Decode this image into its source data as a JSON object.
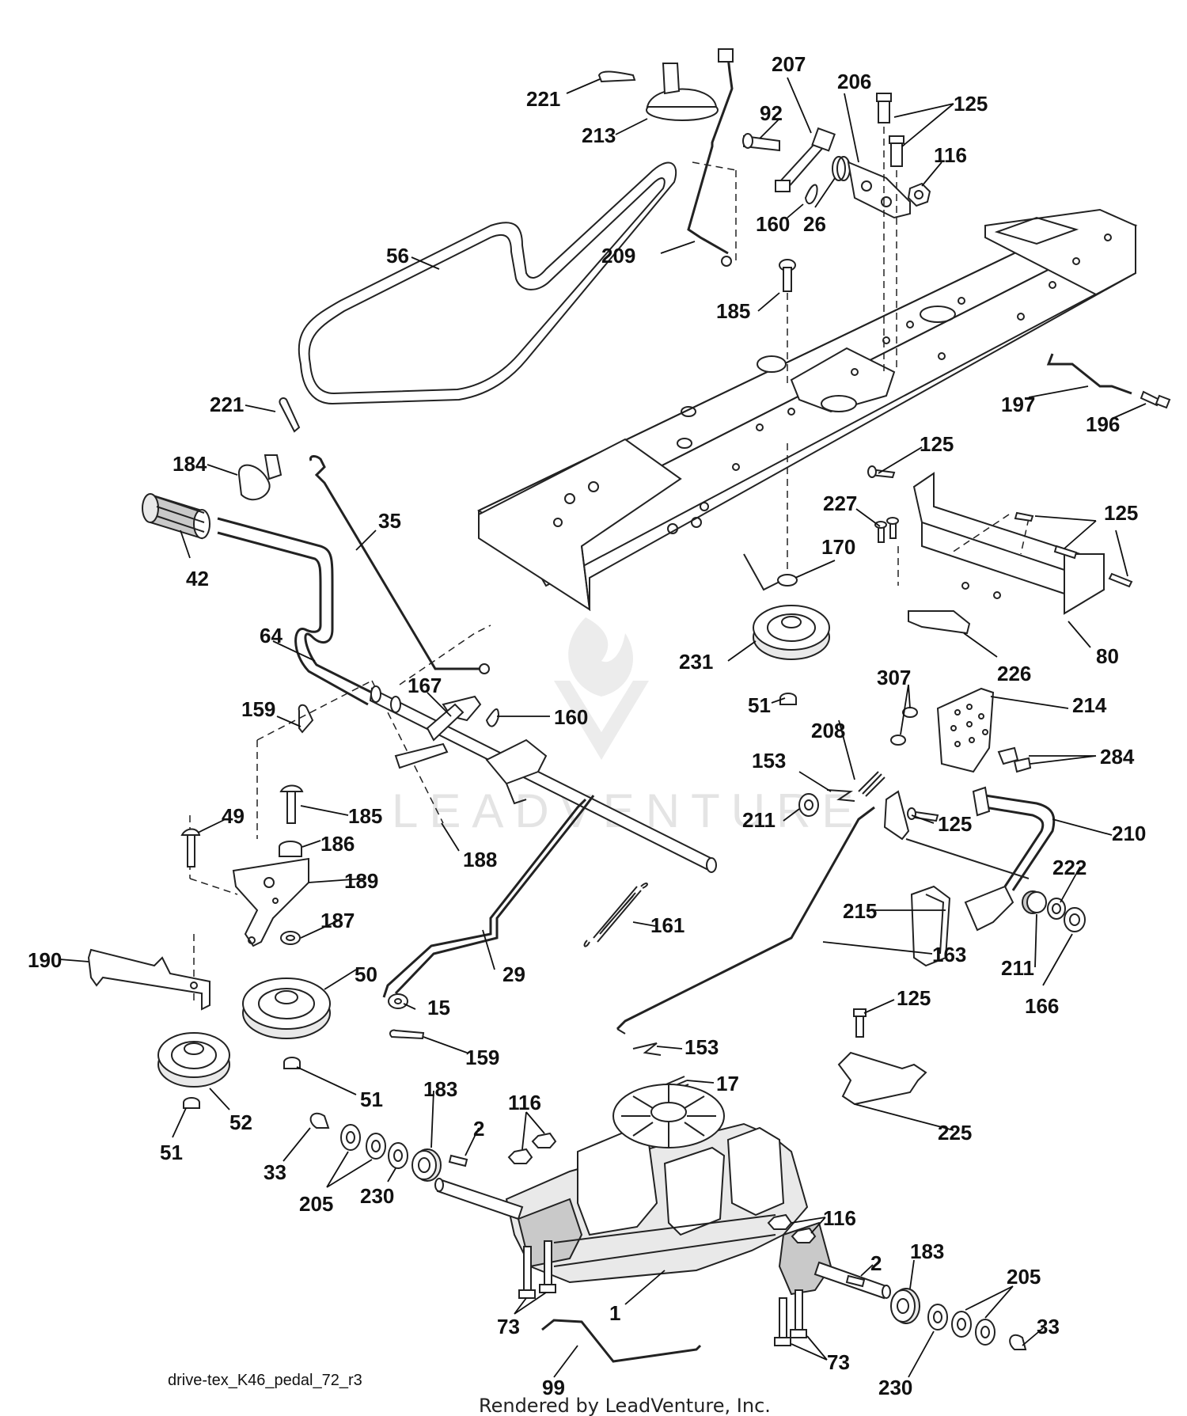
{
  "diagram_id": "drive-tex_K46_pedal_72_r3",
  "rendered_by": "Rendered by LeadVenture, Inc.",
  "watermark": "LEADVENTURE",
  "callouts": [
    {
      "id": "c221a",
      "text": "221"
    },
    {
      "id": "c213",
      "text": "213"
    },
    {
      "id": "c56",
      "text": "56"
    },
    {
      "id": "c209",
      "text": "209"
    },
    {
      "id": "c207",
      "text": "207"
    },
    {
      "id": "c92",
      "text": "92"
    },
    {
      "id": "c160a",
      "text": "160"
    },
    {
      "id": "c26",
      "text": "26"
    },
    {
      "id": "c206",
      "text": "206"
    },
    {
      "id": "c125a",
      "text": "125"
    },
    {
      "id": "c116a",
      "text": "116"
    },
    {
      "id": "c185a",
      "text": "185"
    },
    {
      "id": "c197",
      "text": "197"
    },
    {
      "id": "c196",
      "text": "196"
    },
    {
      "id": "c221b",
      "text": "221"
    },
    {
      "id": "c184",
      "text": "184"
    },
    {
      "id": "c42",
      "text": "42"
    },
    {
      "id": "c35",
      "text": "35"
    },
    {
      "id": "c64",
      "text": "64"
    },
    {
      "id": "c125b",
      "text": "125"
    },
    {
      "id": "c227",
      "text": "227"
    },
    {
      "id": "c125c",
      "text": "125"
    },
    {
      "id": "c170",
      "text": "170"
    },
    {
      "id": "c231",
      "text": "231"
    },
    {
      "id": "c226",
      "text": "226"
    },
    {
      "id": "c80",
      "text": "80"
    },
    {
      "id": "c51a",
      "text": "51"
    },
    {
      "id": "c167",
      "text": "167"
    },
    {
      "id": "c160b",
      "text": "160"
    },
    {
      "id": "c159a",
      "text": "159"
    },
    {
      "id": "c307",
      "text": "307"
    },
    {
      "id": "c214",
      "text": "214"
    },
    {
      "id": "c208",
      "text": "208"
    },
    {
      "id": "c153a",
      "text": "153"
    },
    {
      "id": "c284",
      "text": "284"
    },
    {
      "id": "c49",
      "text": "49"
    },
    {
      "id": "c185b",
      "text": "185"
    },
    {
      "id": "c186",
      "text": "186"
    },
    {
      "id": "c188",
      "text": "188"
    },
    {
      "id": "c211a",
      "text": "211"
    },
    {
      "id": "c125d",
      "text": "125"
    },
    {
      "id": "c210",
      "text": "210"
    },
    {
      "id": "c189",
      "text": "189"
    },
    {
      "id": "c187",
      "text": "187"
    },
    {
      "id": "c161",
      "text": "161"
    },
    {
      "id": "c215",
      "text": "215"
    },
    {
      "id": "c163",
      "text": "163"
    },
    {
      "id": "c222",
      "text": "222"
    },
    {
      "id": "c190",
      "text": "190"
    },
    {
      "id": "c50",
      "text": "50"
    },
    {
      "id": "c29",
      "text": "29"
    },
    {
      "id": "c211b",
      "text": "211"
    },
    {
      "id": "c166",
      "text": "166"
    },
    {
      "id": "c15",
      "text": "15"
    },
    {
      "id": "c125e",
      "text": "125"
    },
    {
      "id": "c159b",
      "text": "159"
    },
    {
      "id": "c153b",
      "text": "153"
    },
    {
      "id": "c17",
      "text": "17"
    },
    {
      "id": "c51b",
      "text": "51"
    },
    {
      "id": "c183a",
      "text": "183"
    },
    {
      "id": "c2a",
      "text": "2"
    },
    {
      "id": "c116b",
      "text": "116"
    },
    {
      "id": "c225",
      "text": "225"
    },
    {
      "id": "c52",
      "text": "52"
    },
    {
      "id": "c51c",
      "text": "51"
    },
    {
      "id": "c33a",
      "text": "33"
    },
    {
      "id": "c205a",
      "text": "205"
    },
    {
      "id": "c230a",
      "text": "230"
    },
    {
      "id": "c116c",
      "text": "116"
    },
    {
      "id": "c183b",
      "text": "183"
    },
    {
      "id": "c2b",
      "text": "2"
    },
    {
      "id": "c205b",
      "text": "205"
    },
    {
      "id": "c1",
      "text": "1"
    },
    {
      "id": "c73a",
      "text": "73"
    },
    {
      "id": "c33b",
      "text": "33"
    },
    {
      "id": "c99",
      "text": "99"
    },
    {
      "id": "c73b",
      "text": "73"
    },
    {
      "id": "c230b",
      "text": "230"
    }
  ]
}
